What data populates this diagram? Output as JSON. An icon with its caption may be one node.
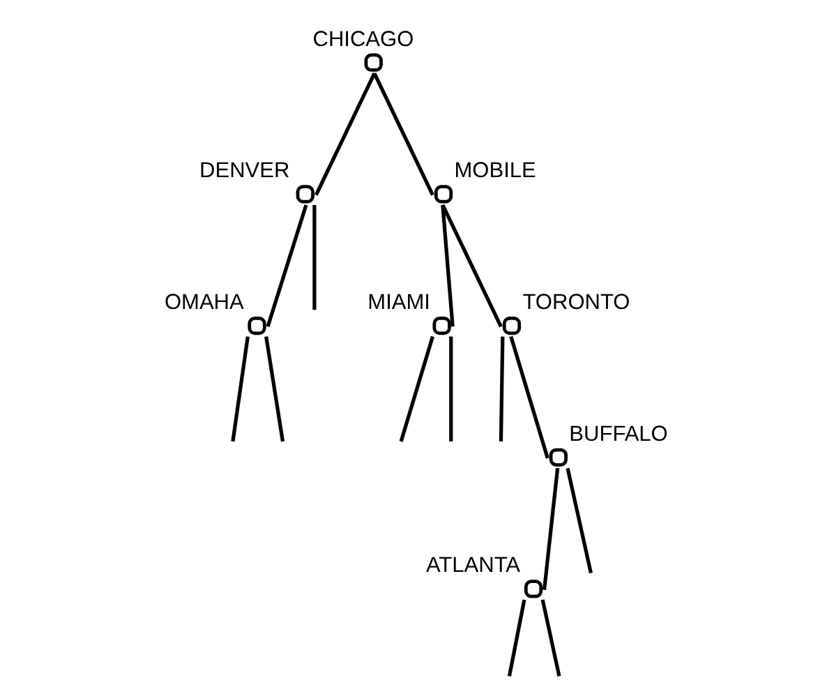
{
  "diagram": {
    "nodes": [
      {
        "text": [
          "CHICAGO"
        ]
      },
      {
        "text": [
          "DENVER"
        ]
      },
      {
        "text": [
          "MOBILE"
        ]
      },
      {
        "text": [
          "OMAHA"
        ]
      },
      {
        "text": [
          "MIAMI"
        ]
      },
      {
        "text": [
          "TORONTO"
        ]
      },
      {
        "text": [
          "BUFFALO"
        ]
      },
      {
        "text": [
          "ATLANTA"
        ]
      }
    ],
    "edges": [
      {
        "from": 0,
        "to": 1,
        "arrow": "none"
      },
      {
        "from": 0,
        "to": 2,
        "arrow": "none"
      },
      {
        "from": 1,
        "to": 3,
        "arrow": "none"
      },
      {
        "from": 1,
        "to": null,
        "arrow": "none"
      },
      {
        "from": 3,
        "to": null,
        "arrow": "none"
      },
      {
        "from": 3,
        "to": null,
        "arrow": "none"
      },
      {
        "from": 2,
        "to": 4,
        "arrow": "none"
      },
      {
        "from": 2,
        "to": 5,
        "arrow": "none"
      },
      {
        "from": 4,
        "to": null,
        "arrow": "none"
      },
      {
        "from": 4,
        "to": null,
        "arrow": "none"
      },
      {
        "from": 5,
        "to": null,
        "arrow": "none"
      },
      {
        "from": 5,
        "to": 6,
        "arrow": "none"
      },
      {
        "from": 6,
        "to": 7,
        "arrow": "none"
      },
      {
        "from": 6,
        "to": null,
        "arrow": "none"
      },
      {
        "from": 7,
        "to": null,
        "arrow": "none"
      },
      {
        "from": 7,
        "to": null,
        "arrow": "none"
      }
    ]
  }
}
